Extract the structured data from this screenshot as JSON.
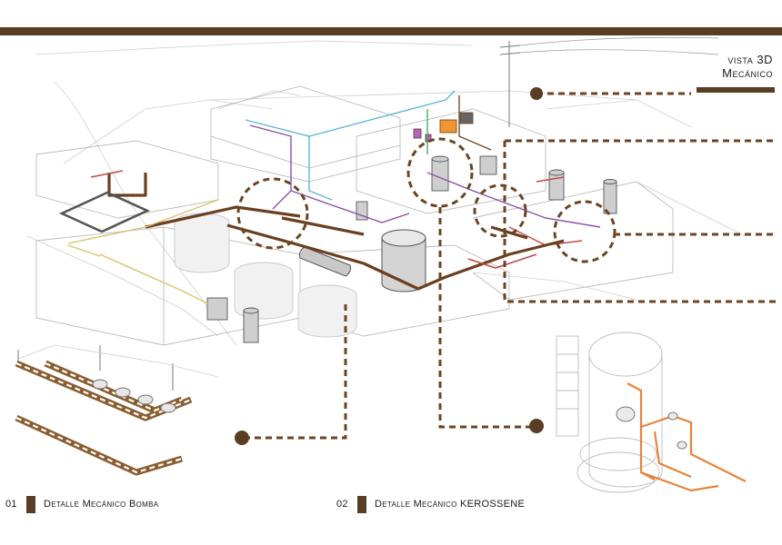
{
  "header": {
    "title_line1": "vista 3D",
    "title_line2": "Mecánico",
    "accent_color": "#5a3e23"
  },
  "details": [
    {
      "number": "01",
      "label": "Detalle Mecánico Bomba"
    },
    {
      "number": "02",
      "label": "Detalle Mecánico KEROSSENE"
    }
  ],
  "colors": {
    "brown": "#5a3e23",
    "pipe_brown": "#7a4a24",
    "pipe_copper": "#b56a2c",
    "pipe_orange": "#e8833a",
    "pipe_yellow": "#d9c46a",
    "pipe_purple": "#8c4fa8",
    "pipe_cyan": "#5bb8d9",
    "pipe_red": "#c24a4a",
    "outline_gray": "#b5b5b5"
  }
}
